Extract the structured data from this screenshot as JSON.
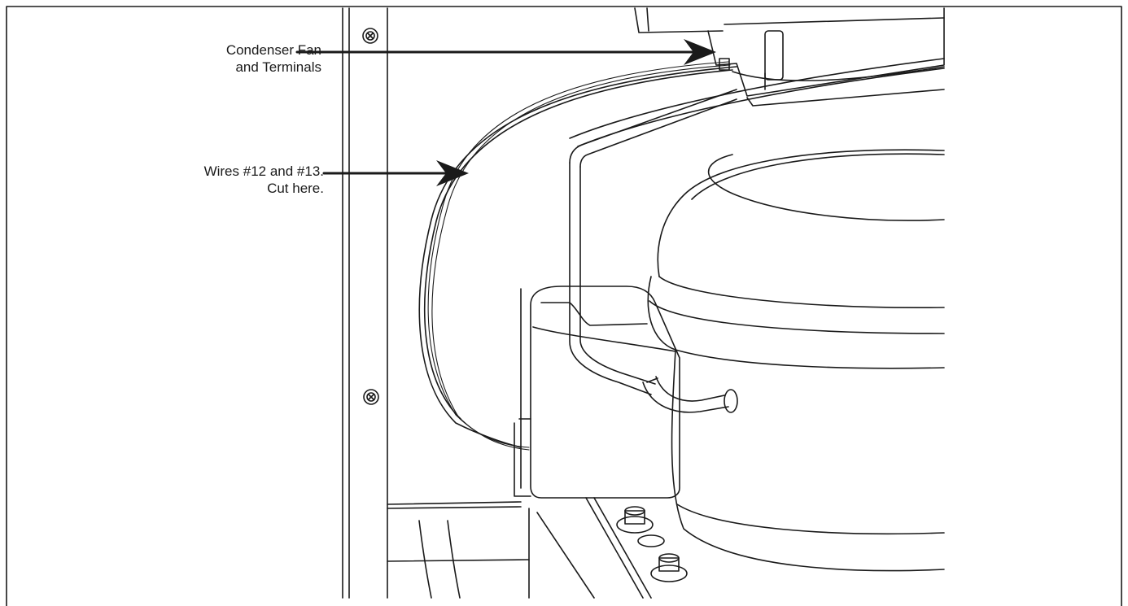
{
  "callouts": {
    "condenser_fan": {
      "line1": "Condenser Fan",
      "line2": "and Terminals"
    },
    "wires": {
      "line1": "Wires #12 and #13.",
      "line2": "Cut here."
    }
  },
  "colors": {
    "line": "#1a1a1a",
    "background": "#ffffff"
  }
}
